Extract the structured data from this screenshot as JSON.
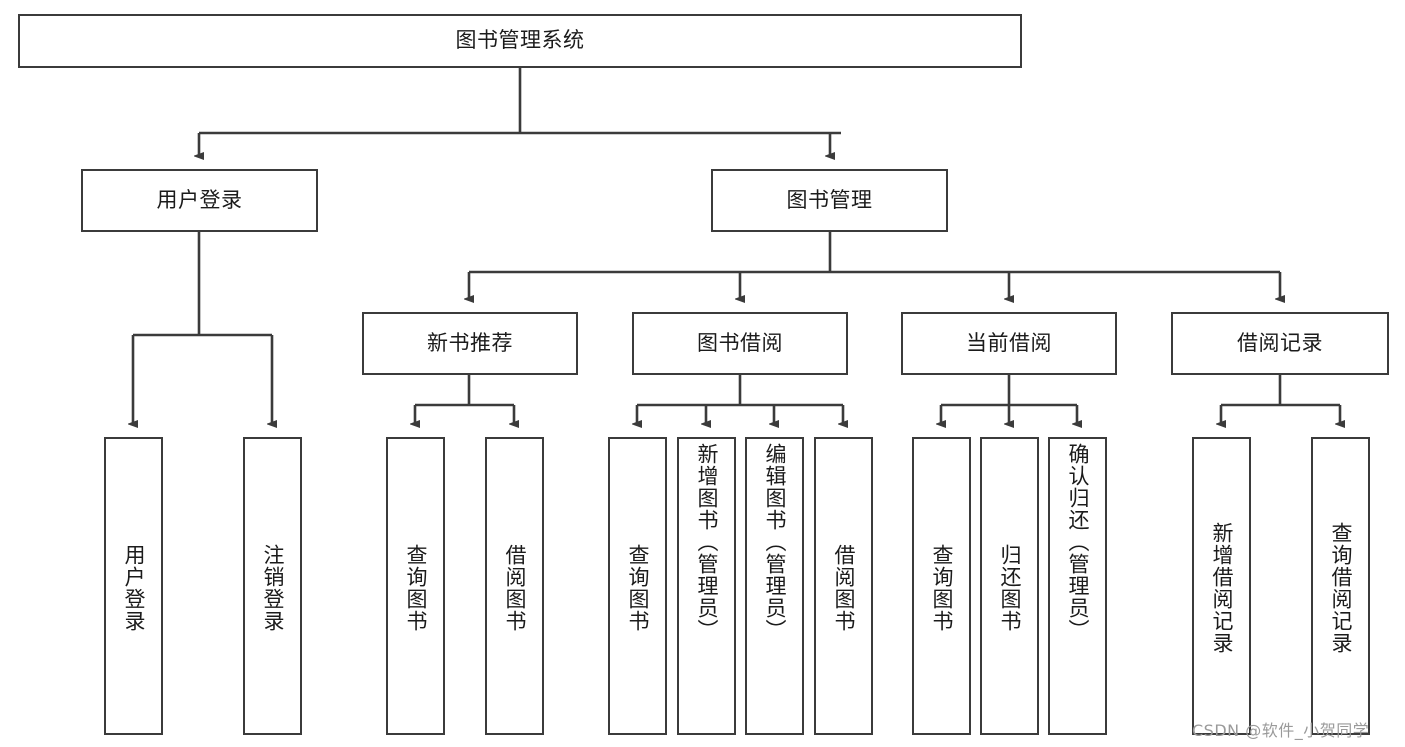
{
  "diagram": {
    "title": "图书管理系统",
    "type": "hierarchy-tree",
    "line_color": "#3b3b3b",
    "box_fill": "#ffffff",
    "text_color": "#1b1b1b",
    "background": "#ffffff"
  },
  "root": {
    "label": "图书管理系统"
  },
  "level2": [
    {
      "label": "用户登录"
    },
    {
      "label": "图书管理"
    }
  ],
  "level3": [
    {
      "label": "新书推荐"
    },
    {
      "label": "图书借阅"
    },
    {
      "label": "当前借阅"
    },
    {
      "label": "借阅记录"
    }
  ],
  "leaves": {
    "user_login": [
      {
        "label": "用户登录"
      },
      {
        "label": "注销登录"
      }
    ],
    "new_book": [
      {
        "label": "查询图书"
      },
      {
        "label": "借阅图书"
      }
    ],
    "book_borrow": [
      {
        "label": "查询图书"
      },
      {
        "label": "新增图书（管理员）"
      },
      {
        "label": "编辑图书（管理员）"
      },
      {
        "label": "借阅图书"
      }
    ],
    "current_borrow": [
      {
        "label": "查询图书"
      },
      {
        "label": "归还图书"
      },
      {
        "label": "确认归还（管理员）"
      }
    ],
    "borrow_record": [
      {
        "label": "新增借阅记录"
      },
      {
        "label": "查询借阅记录"
      }
    ]
  },
  "watermark": {
    "text": "CSDN @软件_小贺同学"
  }
}
